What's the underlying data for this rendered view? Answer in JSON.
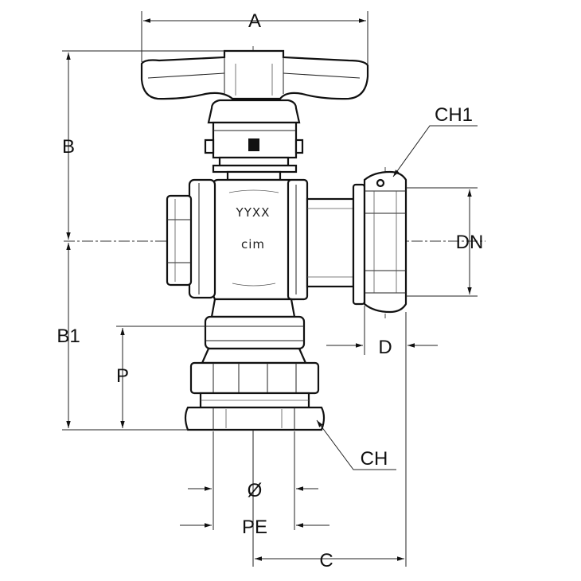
{
  "dimensions": {
    "A": "A",
    "B": "B",
    "B1": "B1",
    "C": "C",
    "D": "D",
    "DN": "DN",
    "P": "P",
    "PE": "PE",
    "diameter": "Ø",
    "CH": "CH",
    "CH1": "CH1"
  },
  "body_markings": {
    "date_code": "YYXX",
    "brand": "cim"
  }
}
